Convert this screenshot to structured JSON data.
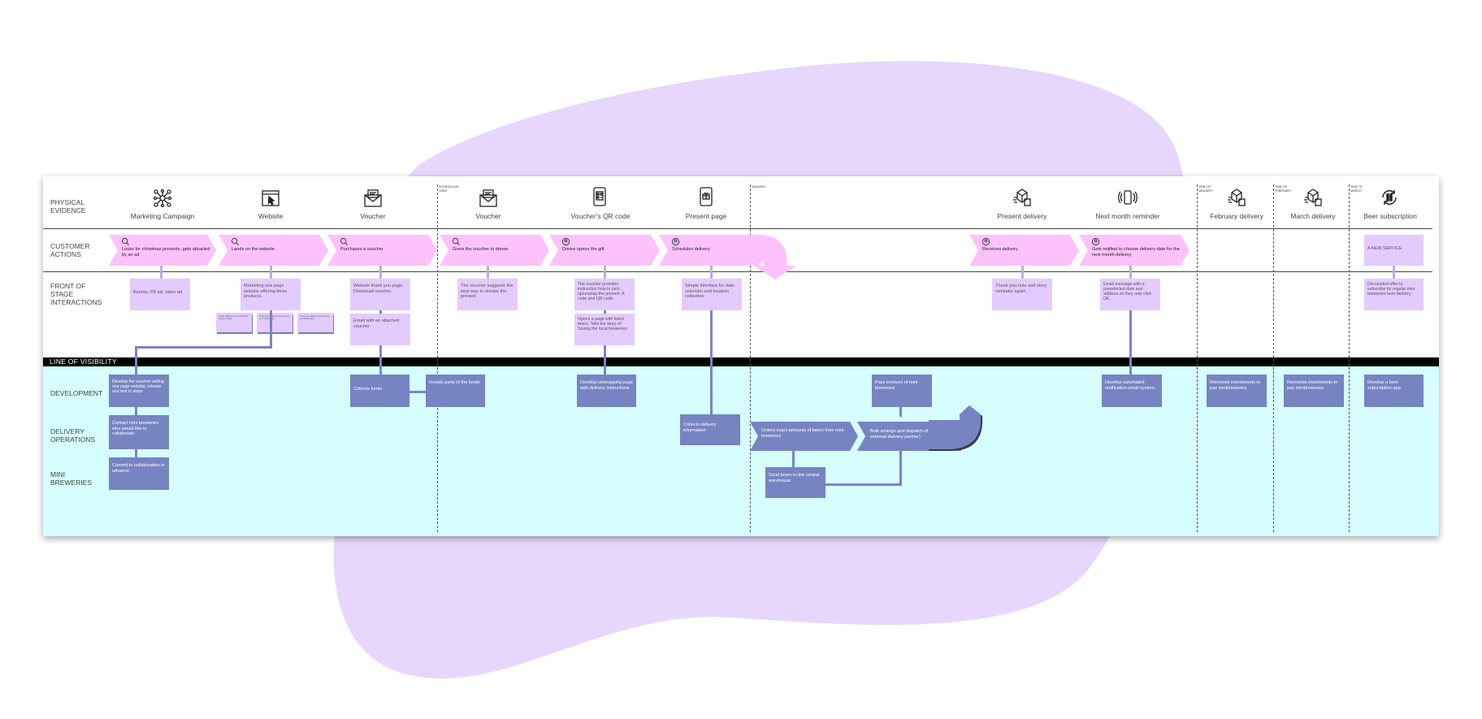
{
  "rows": {
    "physical_evidence": "PHYSICAL EVIDENCE",
    "customer_actions": "CUSTOMER ACTIONS",
    "front_of_stage": "FRONT OF STAGE INTERACTIONS",
    "line_of_visibility": "LINE OF VISIBILITY",
    "development": "DEVELOPMENT",
    "delivery_operations": "DELIVERY OPERATIONS",
    "mini_breweries": "MINI BREWERIES"
  },
  "stage_labels": {
    "december": "SCHEDULING JOBS",
    "january": "JANUARY",
    "february": "TIME OF JANUARY",
    "march": "TIME OF FEBRUARY",
    "april": "TIME OF MARCH"
  },
  "physical_evidence": [
    {
      "title": "Marketing Campaign",
      "icon": "network-icon"
    },
    {
      "title": "Website",
      "icon": "browser-cursor-icon"
    },
    {
      "title": "Voucher",
      "icon": "envelope-icon"
    },
    {
      "title": "Voucher",
      "icon": "envelope-icon"
    },
    {
      "title": "Voucher's QR code",
      "icon": "qr-phone-icon"
    },
    {
      "title": "Present page",
      "icon": "gift-phone-icon"
    },
    {
      "title": "Present delivery",
      "icon": "delivery-box-icon"
    },
    {
      "title": "Next month reminder",
      "icon": "phone-ring-icon"
    },
    {
      "title": "February delivery",
      "icon": "delivery-box-icon"
    },
    {
      "title": "March delivery",
      "icon": "delivery-box-icon"
    },
    {
      "title": "Beer subscription",
      "icon": "subscription-icon"
    }
  ],
  "customer_actions": [
    "Looks for christmas presents, gets attracted by an ad",
    "Lands on the website",
    "Purchases a voucher",
    "Gives the voucher to donee",
    "Donee opens the gift",
    "Schedules delivery",
    "Receives delivery",
    "Gets notified to choose delivery date for the next month delivery",
    "A NEW SERVICE"
  ],
  "front_of_stage": {
    "banner": "Banner, FB ad, video ad",
    "marketing_page": "Marketing one page website offering three products.",
    "tiny1": "Single delivery of one pack of 5 bottles of beer",
    "tiny2": "Three time delivery every month of a 5 bottle beer",
    "tiny3": "Three time delivery every month of 5 bottle pack",
    "thank_you": "Website thank you page. Download voucher.",
    "email_voucher": "Email with an attached voucher",
    "suggests": "The voucher suggests the best way to donate the present.",
    "instruction": "The voucher provides instruction how to pick-up/unwrap the present. A code and QR code.",
    "opens_page": "Opens a page with listed beers. Tells the story of: Saving the local breweries.",
    "interface": "Simple interface for date selection and location collection.",
    "thank_note": "Thank you note and story reminder again.",
    "reminder_email": "Email message with a preselected date and address so they only click OK.",
    "discounted": "Discounted offer to subscribe for regular mini breweries beer delivery."
  },
  "backstage": {
    "develop_voucher": "Develop the voucher selling one page website, release and test in steps",
    "contact_breweries": "Contact mini breweries who would like to collaborate",
    "commit": "Commit to collaboration in advance.",
    "collects_funds": "Collects funds",
    "invests": "Invests parts of the funds",
    "unwrapping": "Develop unwrapping page with delivery instructions",
    "collects_delivery": "Collects delivery information",
    "orders": "Orders exact amounts of beers from mini-breweries",
    "pays_invoices": "Pays invoices of mini-breweries",
    "bulk_arrange": "Bulk arrange and dispatch of boxes. (Using external delivery partner)",
    "send_beers": "Send beers to the central warehouse",
    "develop_notification": "Develop automated notification email system.",
    "reinvests_1": "Reinvests investments to pay minibreweries",
    "reinvests_2": "Reinvests investments to pay minibreweries",
    "subscription_app": "Develop a beer subscription app"
  },
  "colors": {
    "pink": "#fdc2fc",
    "lavender_card": "#e3cbff",
    "blue_card": "#7784c2",
    "backstage_bg": "#d6fefe",
    "blob": "#e7d7fd"
  }
}
